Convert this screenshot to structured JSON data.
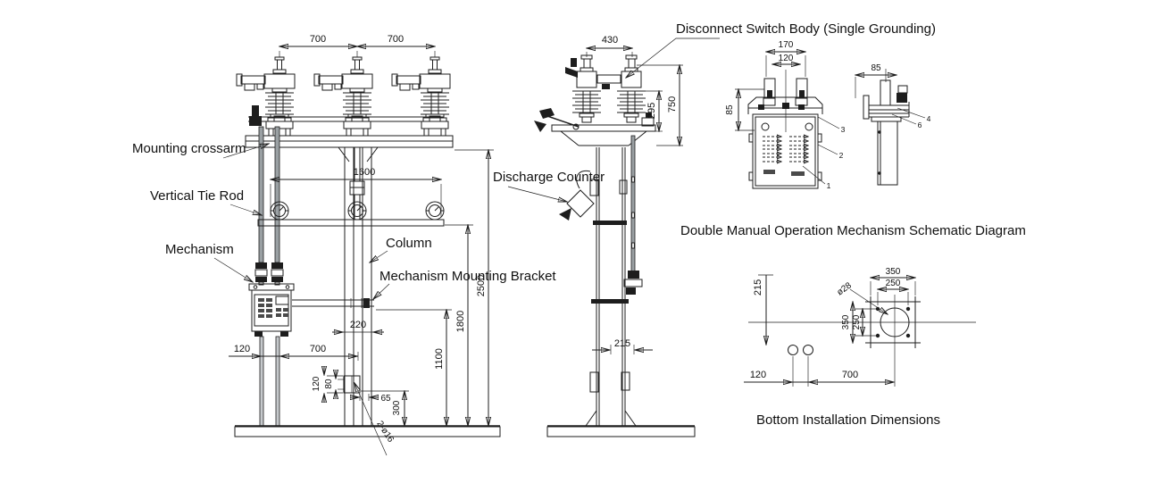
{
  "colors": {
    "line": "#1d1d1d",
    "background": "#ffffff"
  },
  "titles": {
    "disconnect_switch_body": "Disconnect Switch Body (Single Grounding)",
    "mechanism_schematic": "Double Manual Operation Mechanism Schematic Diagram",
    "bottom_installation": "Bottom Installation Dimensions"
  },
  "part_labels": {
    "mounting_crossarm": "Mounting crossarm",
    "vertical_tie_rod": "Vertical Tie Rod",
    "mechanism": "Mechanism",
    "column": "Column",
    "mechanism_mounting_bracket": "Mechanism Mounting Bracket",
    "discharge_counter": "Discharge Counter"
  },
  "front_view": {
    "phase_spacing_left": "700",
    "phase_spacing_right": "700",
    "crossarm_span": "1600",
    "overall_height": "2500",
    "counter_beam_height": "1800",
    "bracket_height": "1100",
    "column_width": "220",
    "rod_spacing": "120",
    "rod_to_column": "700",
    "anchor_outer": "120",
    "anchor_inner": "80",
    "anchor_offset": "65",
    "anchor_embed_depth": "300",
    "anchor_bolts": "2-ø16"
  },
  "side_view": {
    "insulator_spacing": "430",
    "insulator_height": "295",
    "body_height": "750",
    "column_depth": "215"
  },
  "detail_front": {
    "terminal_spacing_outer": "170",
    "terminal_spacing_inner": "120",
    "body_drop": "85",
    "callout_1": "1",
    "callout_2": "2",
    "callout_3": "3"
  },
  "detail_side": {
    "terminal_offset": "85",
    "callout_4": "4",
    "callout_6": "6"
  },
  "bottom_installation": {
    "handle_drop": "215",
    "plate_width": "350",
    "hole_spacing_h": "250",
    "plate_height": "350",
    "hole_spacing_v": "250",
    "center_hole": "ø28",
    "rod_spacing": "120",
    "rod_to_column": "700"
  }
}
